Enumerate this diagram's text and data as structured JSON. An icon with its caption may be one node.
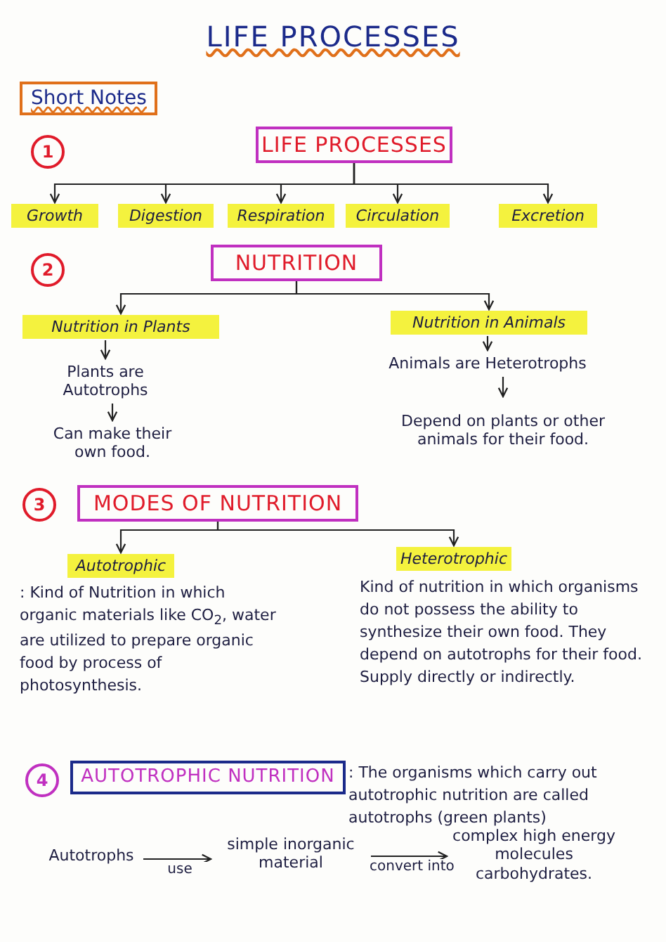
{
  "diagram": {
    "title": "LIFE PROCESSES",
    "nodes": [
      {
        "text": [
          "LIFE PROCESSES"
        ]
      },
      {
        "text": [
          "Growth"
        ]
      },
      {
        "text": [
          "Digestion"
        ]
      },
      {
        "text": [
          "Respiration"
        ]
      },
      {
        "text": [
          "Circulation"
        ]
      },
      {
        "text": [
          "Excretion"
        ]
      },
      {
        "text": [
          "NUTRITION"
        ]
      },
      {
        "text": [
          "Nutrition in Plants"
        ]
      },
      {
        "text": [
          "Plants are Autotrophs"
        ]
      },
      {
        "text": [
          "Can make their own food."
        ]
      },
      {
        "text": [
          "Nutrition in Animals"
        ]
      },
      {
        "text": [
          "Animals are Heterotrophs"
        ]
      },
      {
        "text": [
          "Depend on plants or other animals for their food."
        ]
      },
      {
        "text": [
          "MODES OF NUTRITION"
        ]
      },
      {
        "text": [
          "Autotrophic"
        ],
        "beside": [
          ": Kind of Nutrition in which organic materials like CO$_{2}$, water are utilized to prepare organic food by process of photosynthesis."
        ]
      },
      {
        "text": [
          "Heterotrophic"
        ],
        "beside": [
          "Kind of nutrition in which organisms do not possess the ability to synthesize their own food. They depend on autotrophs for their food. Supply directly or indirectly."
        ]
      },
      {
        "text": [
          "AUTOTROPHIC NUTRITION"
        ],
        "beside": [
          ": The organisms which carry out autotrophic nutrition are called autotrophs (green plants)"
        ]
      },
      {
        "text": [
          "Autotrophs"
        ]
      },
      {
        "text": [
          "simple inorganic material"
        ]
      },
      {
        "text": [
          "complex high energy molecules carbohydrates."
        ]
      }
    ],
    "edges": [
      {
        "from": 0,
        "to": 1,
        "arrow": "to"
      },
      {
        "from": 0,
        "to": 2,
        "arrow": "to"
      },
      {
        "from": 0,
        "to": 3,
        "arrow": "to"
      },
      {
        "from": 0,
        "to": 4,
        "arrow": "to"
      },
      {
        "from": 0,
        "to": 5,
        "arrow": "to"
      },
      {
        "from": 6,
        "to": 7,
        "arrow": "to"
      },
      {
        "from": 6,
        "to": 10,
        "arrow": "to"
      },
      {
        "from": 7,
        "to": 8,
        "arrow": "to"
      },
      {
        "from": 8,
        "to": 9,
        "arrow": "to"
      },
      {
        "from": 10,
        "to": 11,
        "arrow": "to"
      },
      {
        "from": 11,
        "to": 12,
        "arrow": "to"
      },
      {
        "from": 13,
        "to": 14,
        "arrow": "to"
      },
      {
        "from": 13,
        "to": 15,
        "arrow": "to"
      },
      {
        "from": 17,
        "to": 18,
        "arrow": "to",
        "label": "use"
      },
      {
        "from": 18,
        "to": 19,
        "arrow": "to",
        "label": "convert into"
      }
    ],
    "labels": [
      "Short Notes",
      "1",
      "2",
      "3",
      "4"
    ]
  }
}
